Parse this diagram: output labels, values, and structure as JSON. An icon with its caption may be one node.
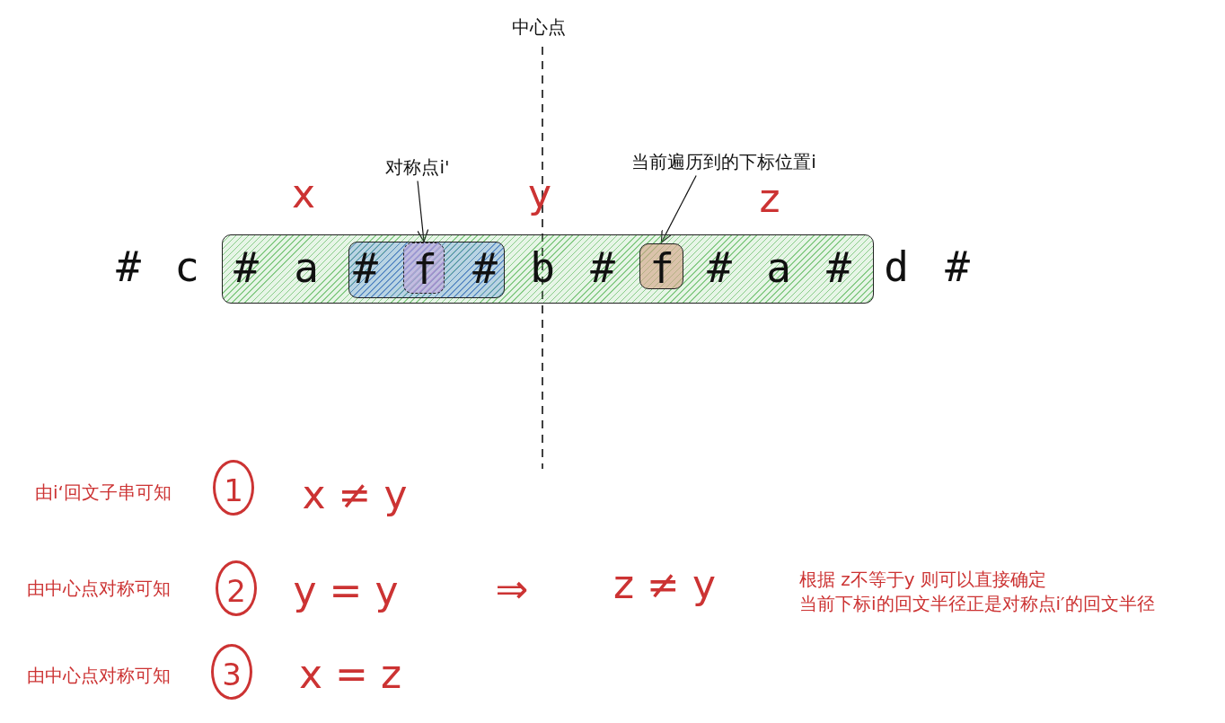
{
  "diagram": {
    "nodes": [
      {
        "text": [
          "#",
          "a",
          "b",
          "#",
          "#",
          "a",
          "#"
        ]
      },
      {
        "text": [
          "#",
          "#"
        ],
        "in": 0
      },
      {
        "text": [
          "f"
        ],
        "in": 1
      },
      {
        "text": [
          "f"
        ],
        "in": 0
      },
      {
        "text": [
          "对称点i'"
        ]
      },
      {
        "text": [
          "当前遍历到的下标位置i"
        ]
      }
    ],
    "edges": [
      {
        "from": 4,
        "to": 2,
        "arrow": "to"
      },
      {
        "from": 5,
        "to": 3,
        "arrow": "to"
      }
    ],
    "labels": [
      "中心点",
      "#",
      "c",
      "d",
      "#",
      "x",
      "y",
      "z",
      "由i‘回文子串可知",
      "1",
      "x ≠ y",
      "由中心点对称可知",
      "2",
      "y = y",
      "⇒",
      "z ≠ y",
      "根据 z不等于y 则可以直接确定",
      "当前下标i的回文半径正是对称点i′的回文半径",
      "由中心点对称可知",
      "3",
      "x = z"
    ]
  }
}
